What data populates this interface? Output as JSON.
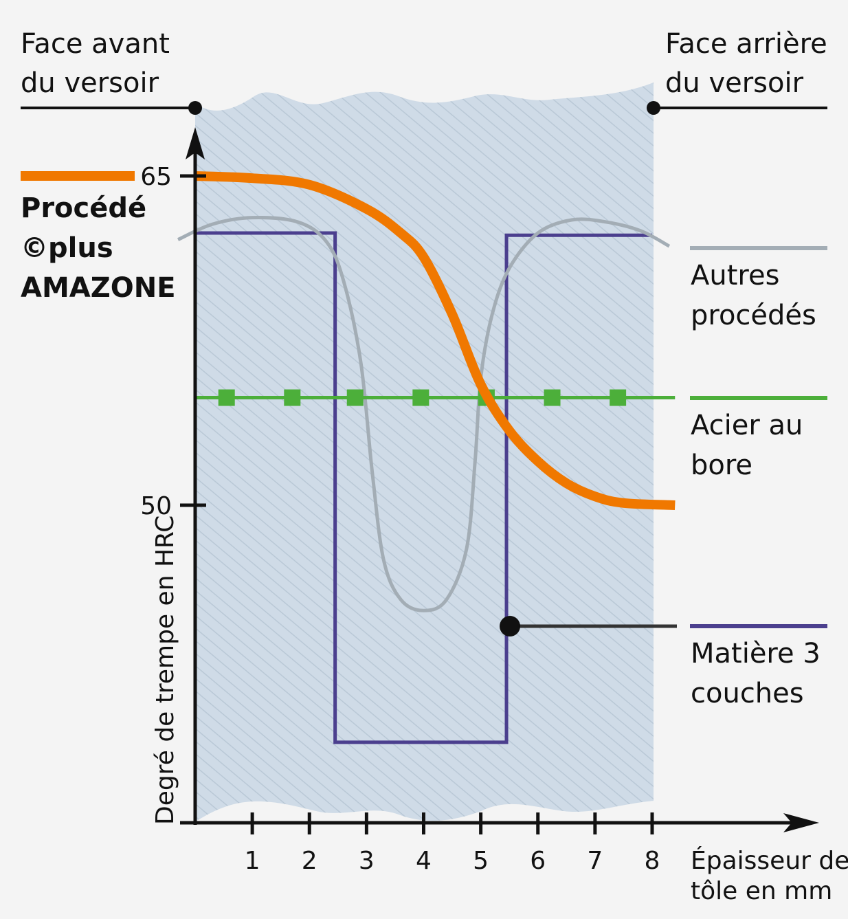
{
  "chart_data": {
    "type": "line",
    "xlabel": [
      "Épaisseur de",
      "tôle en mm"
    ],
    "ylabel": "Degré de trempe en HRC",
    "xlim": [
      0,
      8
    ],
    "ylim": [
      35.5,
      67
    ],
    "x_ticks": [
      "1",
      "2",
      "3",
      "4",
      "5",
      "6",
      "7",
      "8"
    ],
    "y_ticks": [
      {
        "value": 65,
        "label": "65"
      },
      {
        "value": 50,
        "label": "50"
      }
    ],
    "top_labels": {
      "front": [
        "Face avant",
        "du versoir"
      ],
      "back": [
        "Face arrière",
        "du versoir"
      ]
    },
    "series": [
      {
        "name": "Procédé ©plus AMAZONE",
        "legend": [
          "Procédé",
          "©plus",
          "AMAZONE"
        ],
        "color": "#f07800",
        "x": [
          0,
          1,
          2,
          3,
          3.6,
          4,
          4.5,
          5,
          5.5,
          6,
          6.5,
          7,
          7.5,
          8.4
        ],
        "y": [
          65,
          64.9,
          64.6,
          63.5,
          62.4,
          61.3,
          58.7,
          55.5,
          53.4,
          52,
          51,
          50.4,
          50.1,
          50
        ]
      },
      {
        "name": "Autres procédés",
        "legend": [
          "Autres",
          "procédés"
        ],
        "color": "#a3adb5",
        "x": [
          -0.3,
          0.3,
          1,
          1.8,
          2.3,
          2.6,
          2.9,
          3.1,
          3.3,
          3.6,
          4,
          4.4,
          4.75,
          4.9,
          5.0,
          5.2,
          5.5,
          6,
          6.6,
          7.2,
          7.8,
          8.3
        ],
        "y": [
          62.1,
          62.8,
          63.1,
          62.9,
          62,
          60.2,
          56.5,
          51.5,
          47.5,
          45.7,
          45.2,
          45.7,
          48,
          52,
          55.8,
          58.7,
          60.8,
          62.4,
          63,
          62.9,
          62.5,
          61.8
        ]
      },
      {
        "name": "Acier au bore",
        "legend": [
          "Acier au",
          "bore"
        ],
        "color": "#4caf3a",
        "x": [
          0,
          8.4
        ],
        "y": [
          54.9,
          54.9
        ],
        "markers_x": [
          0.55,
          1.7,
          2.8,
          3.95,
          5.1,
          6.25,
          7.4
        ]
      },
      {
        "name": "Matière 3 couches",
        "legend": [
          "Matière 3",
          "couches"
        ],
        "color": "#4b3f8e",
        "x": [
          0,
          2.45,
          2.45,
          5.45,
          5.45,
          8
        ],
        "y": [
          62.4,
          62.4,
          39.2,
          39.2,
          62.3,
          62.3
        ]
      }
    ]
  }
}
